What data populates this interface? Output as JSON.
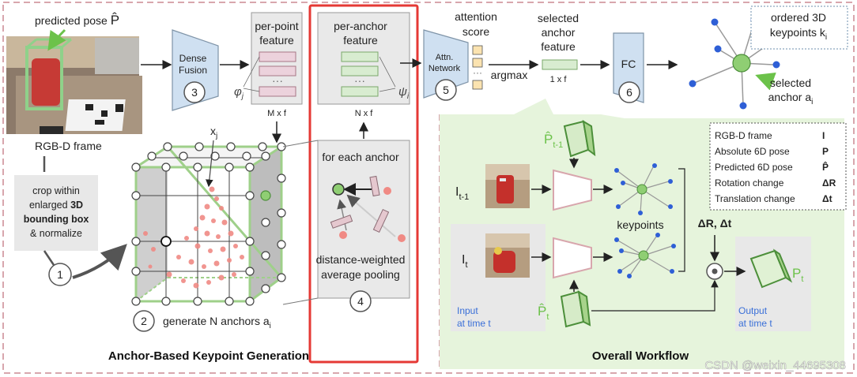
{
  "photo": {
    "pose_label": "predicted pose",
    "pose_symbol": "P̂",
    "caption": "RGB-D frame"
  },
  "step1": {
    "crop_lines": [
      "crop within",
      "enlarged",
      "3D",
      "bounding box",
      "& normalize"
    ],
    "number": "1"
  },
  "step2": {
    "number": "2",
    "caption_prefix": "generate N anchors a",
    "caption_sub": "i",
    "point_label": "x",
    "point_label_sub": "j"
  },
  "step3": {
    "number": "3",
    "label_line1": "Dense",
    "label_line2": "Fusion"
  },
  "per_point": {
    "title_line1": "per-point",
    "title_line2": "feature",
    "symbol": "φ",
    "symbol_sub": "j",
    "dims": "M x f",
    "dots": "···"
  },
  "per_anchor": {
    "title_line1": "per-anchor",
    "title_line2": "feature",
    "symbol": "ψ",
    "symbol_sub": "i",
    "dims": "N x f",
    "dots": "···"
  },
  "step4": {
    "number": "4",
    "header": "for each anchor",
    "footer_line1": "distance-weighted",
    "footer_line2": "average pooling"
  },
  "step5": {
    "number": "5",
    "label_line1": "Attn.",
    "label_line2": "Network",
    "score_line1": "attention",
    "score_line2": "score",
    "argmax": "argmax",
    "dots": "···"
  },
  "selected": {
    "title_line1": "selected",
    "title_line2": "anchor",
    "title_line3": "feature",
    "dims": "1 x f"
  },
  "step6": {
    "number": "6",
    "label": "FC"
  },
  "keypoints": {
    "ordered_line1": "ordered 3D",
    "ordered_line2": "keypoints k",
    "ordered_sub": "i",
    "selected_line1": "selected",
    "selected_line2": "anchor a",
    "selected_sub": "i"
  },
  "section_left": "Anchor-Based Keypoint Generation",
  "section_right": "Overall Workflow",
  "workflow": {
    "prev_label": "I",
    "prev_sub": "t-1",
    "curr_label": "I",
    "curr_sub": "t",
    "prev_pose": "P̂",
    "prev_pose_sub": "t-1",
    "curr_pose": "P̂",
    "curr_pose_sub": "t",
    "keypoints_label": "keypoints",
    "delta_label": "ΔR, Δt",
    "input_line1": "Input",
    "input_line2": "at time t",
    "output_line1": "Output",
    "output_line2": "at time t",
    "output_pose": "P",
    "output_pose_sub": "t"
  },
  "legend": [
    {
      "label": "RGB-D frame",
      "symbol": "I"
    },
    {
      "label": "Absolute 6D pose",
      "symbol": "P"
    },
    {
      "label": "Predicted 6D pose",
      "symbol": "P̂"
    },
    {
      "label": "Rotation change",
      "symbol": "ΔR"
    },
    {
      "label": "Translation change",
      "symbol": "Δt"
    }
  ],
  "watermark": "CSDN @weixin_44695308",
  "colors": {
    "green_pale": "#e6f4dc",
    "green": "#62b04e",
    "salmon": "#f08a84",
    "blue_block": "#cfe0f1",
    "blue_dot": "#2e5fd6",
    "red_frame": "#e53935",
    "dash_pink": "#d8a6ad"
  }
}
